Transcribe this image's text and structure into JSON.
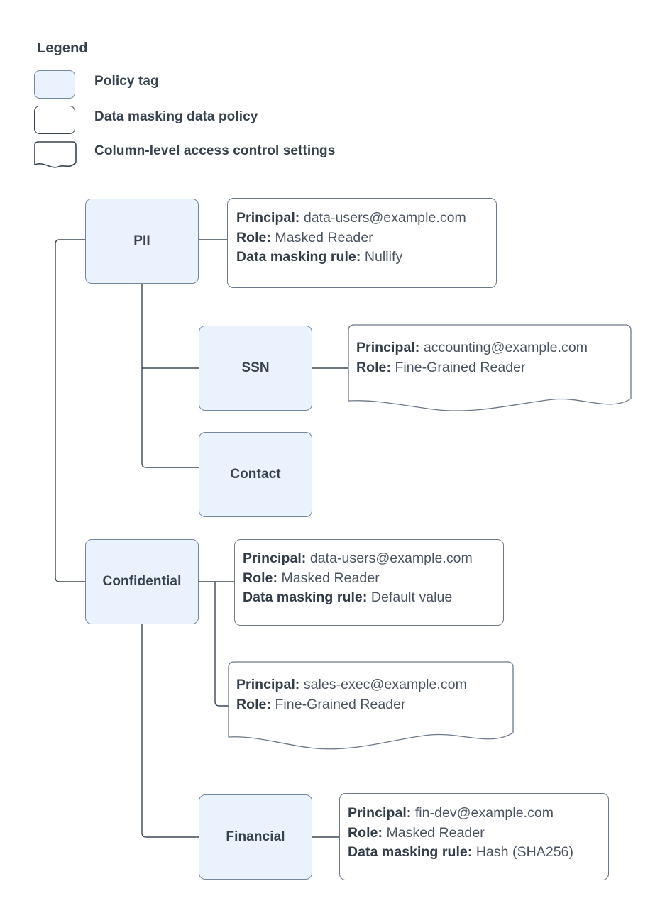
{
  "legend": {
    "title": "Legend",
    "items": [
      {
        "icon": "policy-tag-swatch",
        "label": "Policy tag"
      },
      {
        "icon": "data-masking-policy-swatch",
        "label": "Data masking data policy"
      },
      {
        "icon": "column-access-settings-swatch",
        "label": "Column-level access control settings"
      }
    ]
  },
  "colors": {
    "tag_fill": "#eaf2fd",
    "tag_border": "#7488a2",
    "box_border": "#6c7888",
    "text": "#37424f",
    "value_text": "#4a5361",
    "connector": "#3d4855",
    "background": "#ffffff"
  },
  "labels": {
    "principal": "Principal:",
    "role": "Role:",
    "masking_rule": "Data masking rule:"
  },
  "nodes": [
    {
      "id": "pii",
      "label": "PII",
      "type": "policy-tag"
    },
    {
      "id": "ssn",
      "label": "SSN",
      "type": "policy-tag"
    },
    {
      "id": "contact",
      "label": "Contact",
      "type": "policy-tag"
    },
    {
      "id": "confidential",
      "label": "Confidential",
      "type": "policy-tag"
    },
    {
      "id": "financial",
      "label": "Financial",
      "type": "policy-tag"
    }
  ],
  "callouts": {
    "pii_masking": {
      "shape": "data-masking-policy",
      "attached_to": "PII",
      "principal": "data-users@example.com",
      "role": "Masked Reader",
      "masking_rule": "Nullify"
    },
    "ssn_access": {
      "shape": "column-access-settings",
      "attached_to": "SSN",
      "principal": "accounting@example.com",
      "role": "Fine-Grained Reader"
    },
    "confidential_masking": {
      "shape": "data-masking-policy",
      "attached_to": "Confidential",
      "principal": "data-users@example.com",
      "role": "Masked Reader",
      "masking_rule": "Default value"
    },
    "confidential_access": {
      "shape": "column-access-settings",
      "attached_to": "Confidential",
      "principal": "sales-exec@example.com",
      "role": "Fine-Grained Reader"
    },
    "financial_masking": {
      "shape": "data-masking-policy",
      "attached_to": "Financial",
      "principal": "fin-dev@example.com",
      "role": "Masked Reader",
      "masking_rule": "Hash (SHA256)"
    }
  },
  "hierarchy": [
    {
      "parent": "root",
      "child": "PII"
    },
    {
      "parent": "PII",
      "child": "SSN"
    },
    {
      "parent": "PII",
      "child": "Contact"
    },
    {
      "parent": "root",
      "child": "Confidential"
    },
    {
      "parent": "Confidential",
      "child": "Financial"
    }
  ]
}
